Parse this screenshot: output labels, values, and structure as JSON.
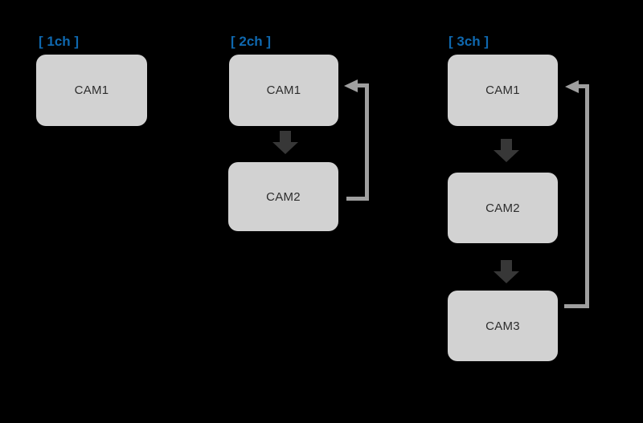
{
  "diagram": {
    "description": "Camera channel switching sequence diagram",
    "groups": [
      {
        "id": "1ch",
        "label": "[ 1ch ]",
        "cameras": [
          "CAM1"
        ],
        "loop_arrow": false
      },
      {
        "id": "2ch",
        "label": "[ 2ch ]",
        "cameras": [
          "CAM1",
          "CAM2"
        ],
        "loop_arrow": true
      },
      {
        "id": "3ch",
        "label": "[ 3ch ]",
        "cameras": [
          "CAM1",
          "CAM2",
          "CAM3"
        ],
        "loop_arrow": true
      }
    ],
    "colors": {
      "background": "#000000",
      "box_fill": "#d2d2d2",
      "box_text": "#2d2d2d",
      "channel_label_blue": "#0f68af",
      "flow_arrow_dark": "#373737",
      "loop_line_gray": "#9f9f9f"
    }
  }
}
